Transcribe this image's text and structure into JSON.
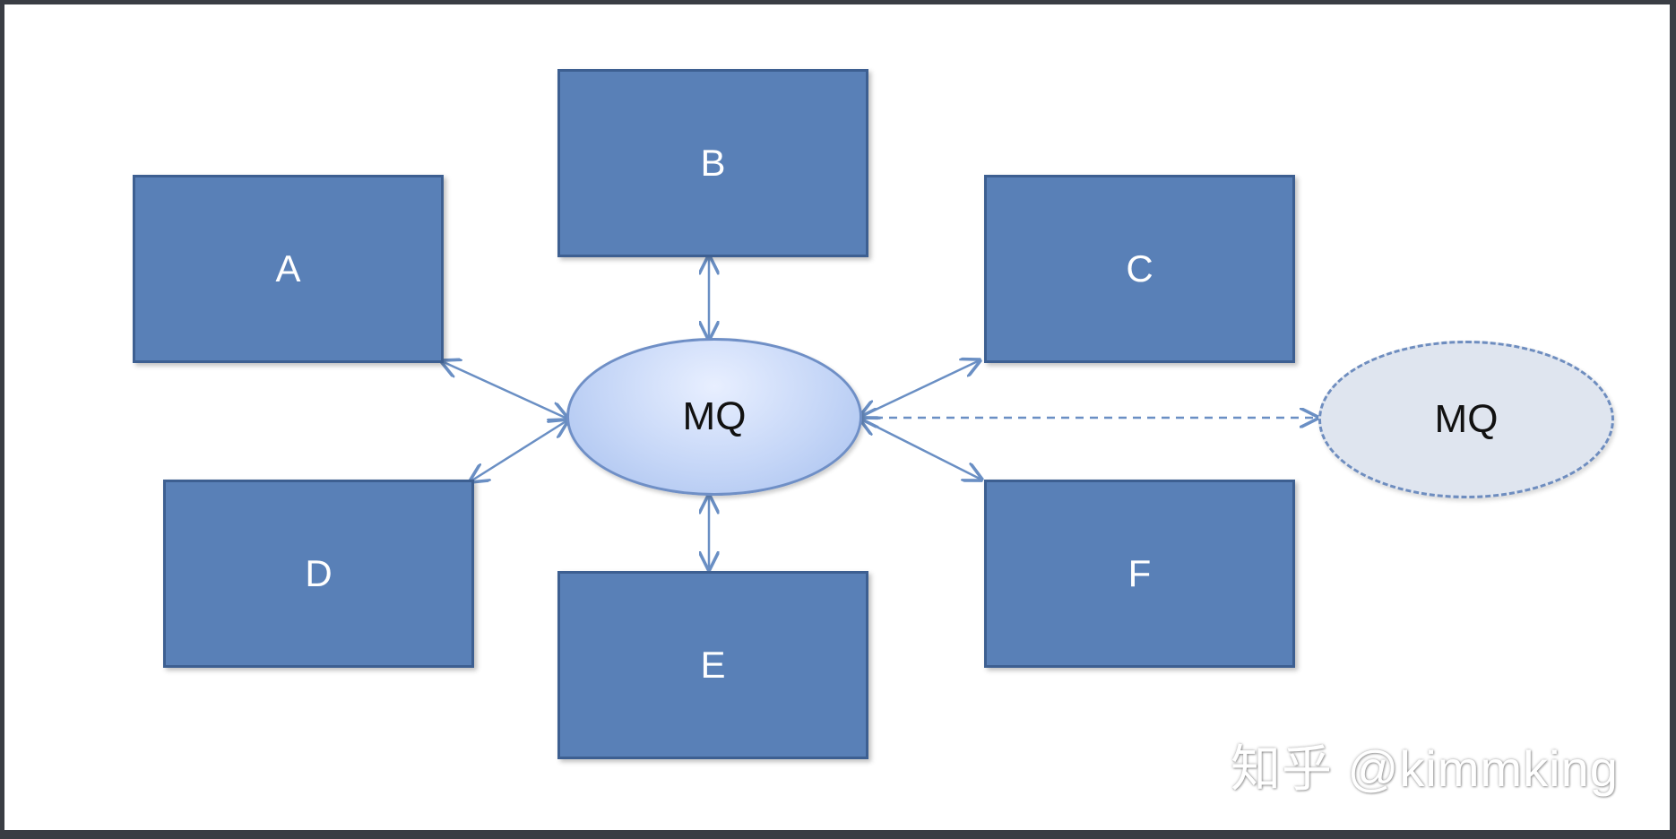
{
  "nodes": {
    "a": "A",
    "b": "B",
    "c": "C",
    "d": "D",
    "e": "E",
    "f": "F"
  },
  "mq_main": "MQ",
  "mq_backup": "MQ",
  "watermark": "知乎 @kimmking",
  "colors": {
    "box_fill": "#5980b7",
    "box_border": "#3d5f91",
    "arrow": "#6a8fc4",
    "mq_backup_fill": "#dfe5ef"
  }
}
